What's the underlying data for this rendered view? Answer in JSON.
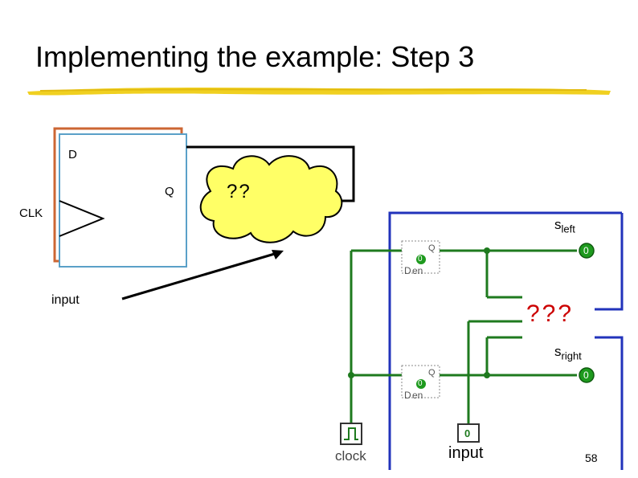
{
  "slide": {
    "title": "Implementing the example: Step 3",
    "page_number": "58"
  },
  "flipflop": {
    "d_label": "D",
    "q_label": "Q",
    "clk_label": "CLK"
  },
  "cloud": {
    "label": "??"
  },
  "left_input_label": "input",
  "circuit": {
    "s_left": {
      "base": "s",
      "sub": "left"
    },
    "s_right": {
      "base": "s",
      "sub": "right"
    },
    "unknown_label": "???",
    "ff_top": {
      "q": "Q",
      "d": "D",
      "en": "en",
      "value": "0"
    },
    "ff_bottom": {
      "q": "Q",
      "d": "D",
      "en": "en",
      "value": "0"
    },
    "led_top_value": "0",
    "led_bottom_value": "0",
    "input_pin_value": "0",
    "clock_label": "clock",
    "input_label": "input"
  },
  "colors": {
    "wire": "#1e7a1e",
    "cloud_fill": "#ffff66",
    "unknown": "#cc0000",
    "blue_wire": "#2233bb"
  }
}
